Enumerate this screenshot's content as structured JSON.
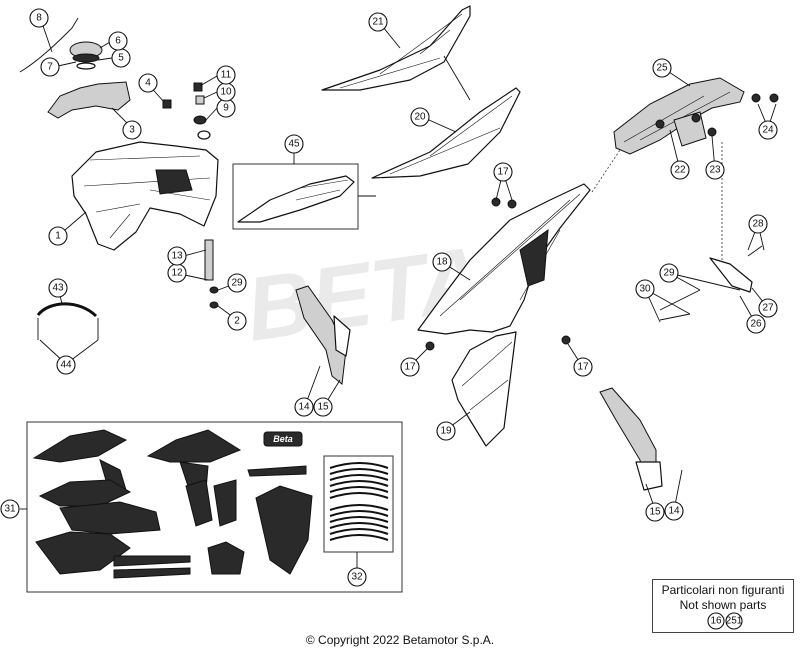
{
  "callouts": [
    {
      "id": "c1",
      "label": "1"
    },
    {
      "id": "c2",
      "label": "2"
    },
    {
      "id": "c3",
      "label": "3"
    },
    {
      "id": "c4",
      "label": "4"
    },
    {
      "id": "c5",
      "label": "5"
    },
    {
      "id": "c6",
      "label": "6"
    },
    {
      "id": "c7",
      "label": "7"
    },
    {
      "id": "c8",
      "label": "8"
    },
    {
      "id": "c9",
      "label": "9"
    },
    {
      "id": "c10",
      "label": "10"
    },
    {
      "id": "c11",
      "label": "11"
    },
    {
      "id": "c12",
      "label": "12"
    },
    {
      "id": "c13",
      "label": "13"
    },
    {
      "id": "c14a",
      "label": "14"
    },
    {
      "id": "c15a",
      "label": "15"
    },
    {
      "id": "c14b",
      "label": "14"
    },
    {
      "id": "c15b",
      "label": "15"
    },
    {
      "id": "c17a",
      "label": "17"
    },
    {
      "id": "c17b",
      "label": "17"
    },
    {
      "id": "c17c",
      "label": "17"
    },
    {
      "id": "c18",
      "label": "18"
    },
    {
      "id": "c19",
      "label": "19"
    },
    {
      "id": "c20",
      "label": "20"
    },
    {
      "id": "c21",
      "label": "21"
    },
    {
      "id": "c22",
      "label": "22"
    },
    {
      "id": "c23",
      "label": "23"
    },
    {
      "id": "c24",
      "label": "24"
    },
    {
      "id": "c25",
      "label": "25"
    },
    {
      "id": "c26",
      "label": "26"
    },
    {
      "id": "c27",
      "label": "27"
    },
    {
      "id": "c28",
      "label": "28"
    },
    {
      "id": "c29a",
      "label": "29"
    },
    {
      "id": "c29b",
      "label": "29"
    },
    {
      "id": "c30",
      "label": "30"
    },
    {
      "id": "c31",
      "label": "31"
    },
    {
      "id": "c32",
      "label": "32"
    },
    {
      "id": "c43",
      "label": "43"
    },
    {
      "id": "c44",
      "label": "44"
    },
    {
      "id": "c45",
      "label": "45"
    },
    {
      "id": "c16",
      "label": "16"
    },
    {
      "id": "c251",
      "label": "251"
    }
  ],
  "note": {
    "line1": "Particolari non figuranti",
    "line2": "Not shown parts"
  },
  "copyright": "© Copyright 2022 Betamotor S.p.A.",
  "decal_text": "Beta"
}
